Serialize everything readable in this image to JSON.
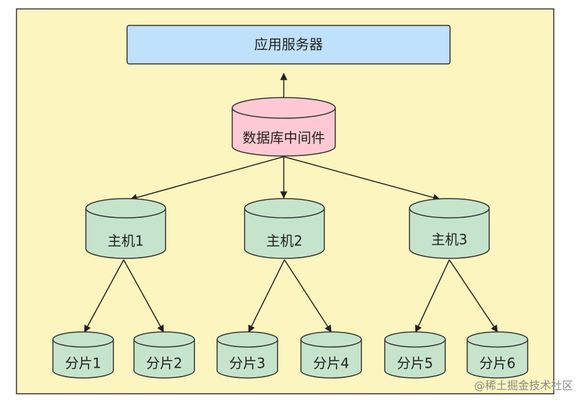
{
  "diagram": {
    "app_server": {
      "label": "应用服务器",
      "color": "#bfe1fb"
    },
    "middleware": {
      "label": "数据库中间件",
      "color": "#ffc9d3"
    },
    "hosts": [
      {
        "label": "主机1"
      },
      {
        "label": "主机2"
      },
      {
        "label": "主机3"
      }
    ],
    "shards": [
      {
        "label": "分片1"
      },
      {
        "label": "分片2"
      },
      {
        "label": "分片3"
      },
      {
        "label": "分片4"
      },
      {
        "label": "分片5"
      },
      {
        "label": "分片6"
      }
    ],
    "node_color": "#c6e4cc",
    "background_color": "#fdf5bf"
  },
  "watermark": "@稀土掘金技术社区"
}
